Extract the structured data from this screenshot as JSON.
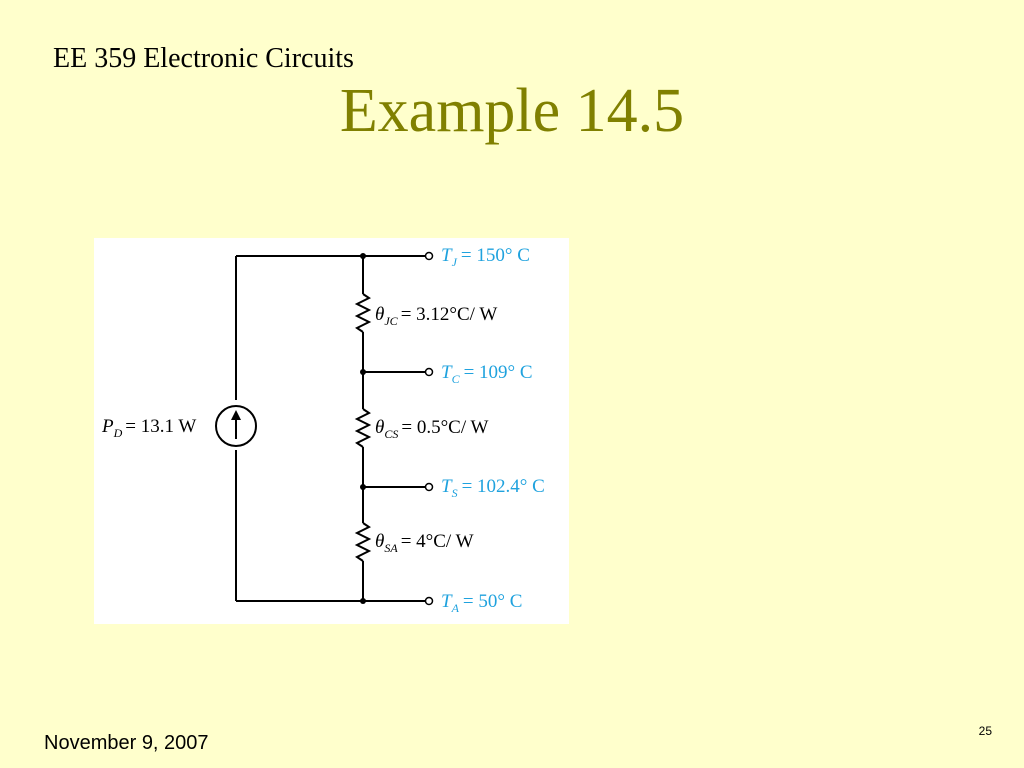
{
  "header": {
    "course": "EE 359 Electronic Circuits",
    "title": "Example 14.5"
  },
  "diagram": {
    "source": {
      "label": "P",
      "sub": "D",
      "value": "= 13.1 W"
    },
    "resistors": [
      {
        "label": "θ",
        "sub": "JC",
        "value": "= 3.12°C/ W"
      },
      {
        "label": "θ",
        "sub": "CS",
        "value": "= 0.5°C/ W"
      },
      {
        "label": "θ",
        "sub": "SA",
        "value": "= 4°C/ W"
      }
    ],
    "nodes": [
      {
        "label": "T",
        "sub": "J",
        "value": "= 150° C"
      },
      {
        "label": "T",
        "sub": "C",
        "value": "= 109° C"
      },
      {
        "label": "T",
        "sub": "S",
        "value": "= 102.4° C"
      },
      {
        "label": "T",
        "sub": "A",
        "value": "= 50° C"
      }
    ],
    "colors": {
      "node_label": "#1FA2DE",
      "line": "#000000",
      "background": "#FFFFFF"
    }
  },
  "footer": {
    "date": "November 9, 2007",
    "page": "25"
  }
}
